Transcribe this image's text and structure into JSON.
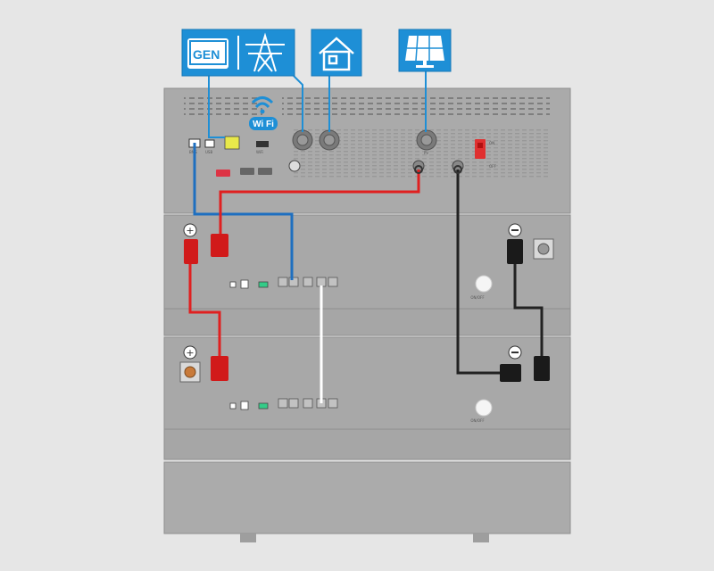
{
  "icons": {
    "generator": "generator-icon",
    "grid": "power-tower-icon",
    "home": "house-icon",
    "solar": "solar-panel-icon",
    "wifi": "wifi-icon",
    "positive": "plus-icon",
    "negative": "minus-icon"
  },
  "labels": {
    "gen": "GEN",
    "wifi": "Wi Fi",
    "on_off_1": "ON/OFF",
    "on_off_2": "ON/OFF",
    "on": "ON",
    "off": "OFF",
    "pv": "PV"
  },
  "colors": {
    "background": "#e6e6e6",
    "cabinet": "#a9a9a9",
    "icon_blue": "#1e8fd6",
    "positive_cable": "#e02020",
    "negative_cable": "#222222",
    "comm_cable": "#1e6fc0",
    "link_cable": "#ffffff"
  }
}
